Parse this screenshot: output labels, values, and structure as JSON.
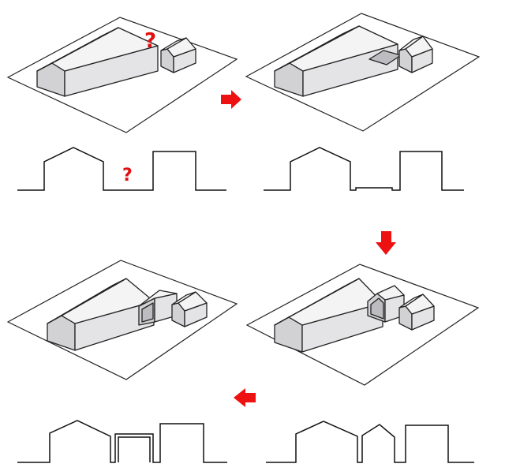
{
  "annotations": {
    "question_mark_iso": "?",
    "question_mark_section": "?"
  },
  "colors": {
    "arrow": "#ee1111",
    "question_mark": "#e01010",
    "outline": "#222222"
  },
  "steps": [
    {
      "id": "step-1",
      "description_shape": "two-volumes-with-gap"
    },
    {
      "id": "step-2",
      "description_shape": "low-link-inserted"
    },
    {
      "id": "step-3",
      "description_shape": "pitched-link"
    },
    {
      "id": "step-4",
      "description_shape": "flat-box-link"
    }
  ],
  "flow_arrows": [
    "right",
    "down",
    "left"
  ]
}
